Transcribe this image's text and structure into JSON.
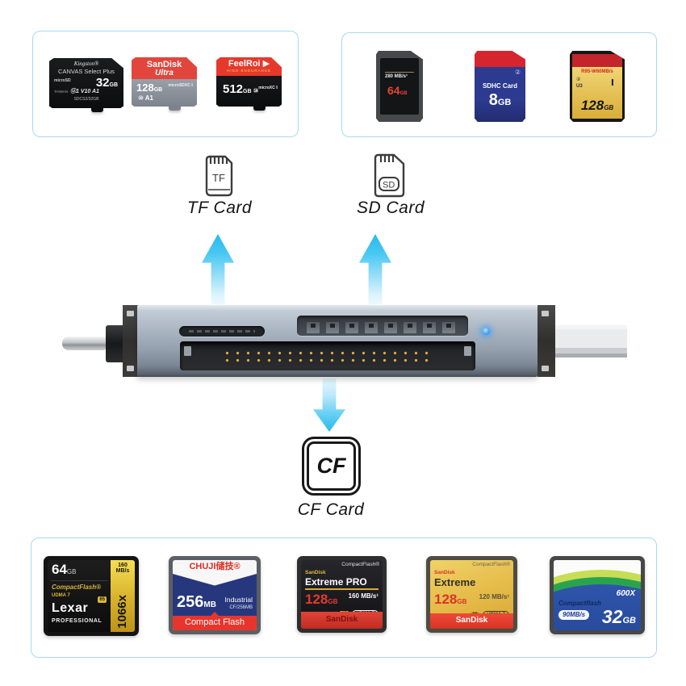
{
  "labels": {
    "tf": "TF Card",
    "sd": "SD Card",
    "cf": "CF Card"
  },
  "icons": {
    "tf": "TF",
    "sd": "SD",
    "cf": "CF"
  },
  "tf_cards": {
    "kingston": {
      "brand": "Kingston®",
      "series": "CANVAS Select Plus",
      "capacity": "32",
      "unit": "GB",
      "logo": "microSD",
      "region": "TAIWAN",
      "specs": "Ⓤ1 V10 A1",
      "model": "SDCS2/32GB"
    },
    "sandisk_ultra": {
      "brand": "SanDisk",
      "series": "Ultra",
      "capacity": "128",
      "unit": "GB",
      "logos": "microSDXC Ⅰ",
      "specs": "⑩ A1"
    },
    "feelroi": {
      "brand": "FeelRoi ▶",
      "tagline": "HIGH ENDURANCE",
      "capacity": "512",
      "unit": "GB",
      "specs": "⑩",
      "logos": "microXC Ⅰ"
    }
  },
  "sd_cards": {
    "black": {
      "speed": "280 MB/s¹",
      "capacity": "64",
      "unit": "GB"
    },
    "blue": {
      "class": "②",
      "name": "SDHC Card",
      "capacity": "8",
      "unit": "GB"
    },
    "gold": {
      "speed": "R95-W60MB/s",
      "class": "②",
      "bus": "U3",
      "mode": "Ⅰ",
      "capacity": "128",
      "unit": "GB"
    }
  },
  "cf_cards": {
    "lexar": {
      "capacity": "64",
      "unit": "GB",
      "type": "CompactFlash®",
      "udma": "UDMA 7",
      "vpg": "65",
      "speed": "160",
      "speed_unit": "MB/s",
      "rating": "1066x",
      "brand": "Lexar",
      "line": "PROFESSIONAL"
    },
    "chuji": {
      "brand": "CHUJI储技®",
      "grade": "Industrial",
      "model": "CF/256MB",
      "capacity": "256",
      "unit": "MB",
      "footer": "Compact Flash"
    },
    "extreme_pro": {
      "type": "CompactFlash®",
      "brand": "SanDisk",
      "series": "Extreme PRO",
      "capacity": "128",
      "unit": "GB",
      "speed": "160 MB/s¹",
      "vpg": "65",
      "udma": "UDMA 7",
      "footer": "SanDisk"
    },
    "extreme": {
      "type": "CompactFlash®",
      "brand": "SanDisk",
      "series": "Extreme",
      "capacity": "128",
      "unit": "GB",
      "speed": "120 MB/s¹",
      "vpg": "20",
      "udma": "UDMA 7",
      "footer": "SanDisk"
    },
    "green": {
      "rating": "600X",
      "type": "Compactflash",
      "speed": "90MB/s",
      "capacity": "32",
      "unit": "GB"
    }
  },
  "colors": {
    "accent": "#35c1ef",
    "box_border": "#a9d9ec",
    "led": "#3aa0f7"
  }
}
